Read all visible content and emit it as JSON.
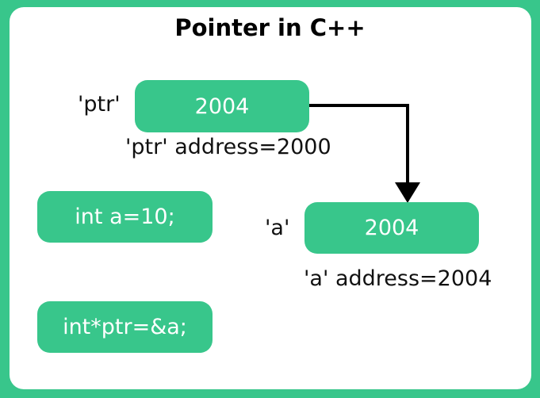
{
  "title": "Pointer in C++",
  "ptr": {
    "name": "'ptr'",
    "value": "2004",
    "address": "'ptr' address=2000"
  },
  "a": {
    "name": "'a'",
    "value": "2004",
    "address": "'a' address=2004"
  },
  "code": [
    "int a=10;",
    "int*ptr=&a;"
  ]
}
